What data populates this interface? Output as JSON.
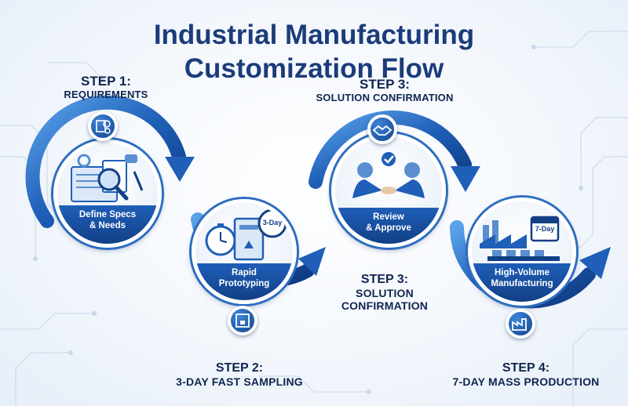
{
  "title": {
    "line1": "Industrial Manufacturing",
    "line2": "Customization Flow"
  },
  "steps": [
    {
      "num": "STEP 1:",
      "sub": "REQUIREMENTS",
      "band_line1": "Define Specs",
      "band_line2": "& Needs",
      "badge_icon": "blueprint-gear-icon"
    },
    {
      "num": "STEP 2:",
      "sub": "3-DAY FAST SAMPLING",
      "band_line1": "Rapid",
      "band_line2": "Prototyping",
      "badge_icon": "3d-printer-icon",
      "clock_text": "3-Day"
    },
    {
      "num": "STEP 3:",
      "sub": "SOLUTION CONFIRMATION",
      "band_line1": "Review",
      "band_line2": "& Approve",
      "badge_icon": "handshake-icon"
    },
    {
      "num": "STEP 4:",
      "sub": "7-DAY MASS PRODUCTION",
      "band_line1": "High-Volume",
      "band_line2": "Manufacturing",
      "badge_icon": "factory-icon",
      "calendar_text": "7-Day"
    }
  ],
  "middle_label": {
    "num": "STEP 3:",
    "sub1": "SOLUTION",
    "sub2": "CONFIRMATION"
  },
  "colors": {
    "title": "#1b3c7a",
    "ring": "#1f5fb8",
    "ring_dark": "#12438c",
    "text_dark": "#0f2550"
  }
}
